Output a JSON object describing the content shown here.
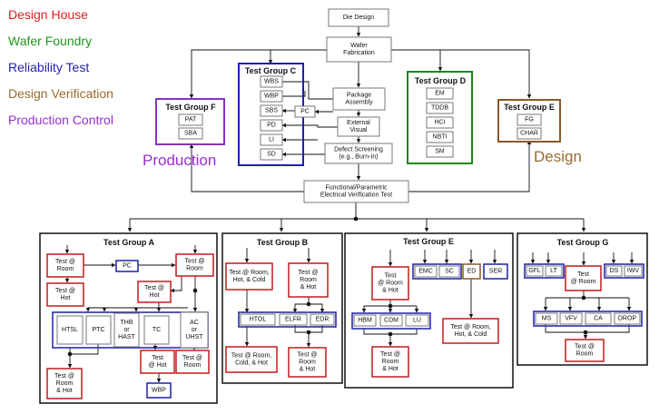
{
  "legend": [
    {
      "text": "Design House",
      "color": "#e02020"
    },
    {
      "text": "Wafer Foundry",
      "color": "#1a9a1a"
    },
    {
      "text": "Reliability Test",
      "color": "#1f1fa8"
    },
    {
      "text": "Design Verification",
      "color": "#9a6a2e"
    },
    {
      "text": "Production Control",
      "color": "#9a2fd0"
    }
  ],
  "side_labels": {
    "production": "Production",
    "design": "Design"
  },
  "colors": {
    "red": "#c41a1a",
    "blue": "#1f1fa8",
    "green": "#1a8a1a",
    "brown": "#8a5a2a",
    "purple": "#8a2fc8",
    "black": "#111111",
    "gray": "#777777"
  },
  "flow": {
    "die_design": "Die Design",
    "wafer_fab": [
      "Wafer",
      "Fabrication"
    ],
    "package": [
      "Package",
      "Assembly"
    ],
    "external": [
      "External",
      "Visual"
    ],
    "defect": [
      "Defect Screening",
      "(e.g., Burn-In)"
    ],
    "fpev": [
      "Functional/Parametric",
      "Electrical Verification Test"
    ]
  },
  "group_c": {
    "title": "Test Group C",
    "items": [
      "WBS",
      "WBP",
      "SBS",
      "PD",
      "LI",
      "SD"
    ],
    "pc": "PC"
  },
  "group_d": {
    "title": "Test Group D",
    "items": [
      "EM",
      "TDDB",
      "HCI",
      "NBTI",
      "SM"
    ]
  },
  "group_f": {
    "title": "Test Group F",
    "items": [
      "PAT",
      "SBA"
    ]
  },
  "group_e_top": {
    "title": "Test Group E",
    "items": [
      "FG",
      "CHAR"
    ]
  },
  "group_a": {
    "title": "Test Group A",
    "room1": [
      "Test @",
      "Room"
    ],
    "hot1": [
      "Test @",
      "Hot"
    ],
    "pc": "PC",
    "room2": [
      "Test @",
      "Room"
    ],
    "hot2": [
      "Test @",
      "Hot"
    ],
    "tests": {
      "htsl": "HTSL",
      "ptc": "PTC",
      "thb": [
        "THB",
        "or",
        "HAST"
      ],
      "tc": "TC",
      "ac": [
        "AC",
        "or",
        "UHST"
      ]
    },
    "out_left": [
      "Test @",
      "Room",
      "& Hot"
    ],
    "out_hot": [
      "Test",
      "@ Hot"
    ],
    "out_room": [
      "Test @",
      "Room"
    ],
    "wbp": "WBP"
  },
  "group_b": {
    "title": "Test Group B",
    "in1": [
      "Test @ Room,",
      "Hot, & Cold"
    ],
    "in2": [
      "Test @",
      "Room",
      "& Hot"
    ],
    "tests": [
      "HTOL",
      "ELFR",
      "EDR"
    ],
    "out1": [
      "Test @ Room,",
      "Cold, & Hot"
    ],
    "out2": [
      "Test @",
      "Room",
      "& Hot"
    ]
  },
  "group_e": {
    "title": "Test Group E",
    "in1": [
      "Test",
      "@ Room",
      "& Hot"
    ],
    "row1": [
      "EMC",
      "SC"
    ],
    "ed": "ED",
    "ser": "SER",
    "tests": [
      "HBM",
      "CDM",
      "LU"
    ],
    "out1": [
      "Test @",
      "Room",
      "& Hot"
    ],
    "out2": [
      "Test @ Room,",
      "Hot, & Cold"
    ]
  },
  "group_g": {
    "title": "Test Group G",
    "left": [
      "GFL",
      "LT"
    ],
    "mid": [
      "Test",
      "@ Room"
    ],
    "right": [
      "DS",
      "IWV"
    ],
    "tests": [
      "MS",
      "VFV",
      "CA",
      "DROP"
    ],
    "out": [
      "Test @",
      "Room"
    ]
  }
}
